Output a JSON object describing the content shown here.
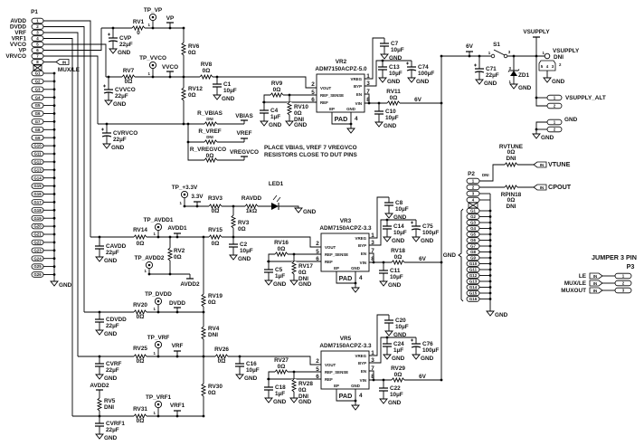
{
  "common": {
    "gnd": "GND",
    "pin1": "1",
    "port": "IN"
  },
  "p1": {
    "ref": "P1",
    "pins": [
      {
        "num": "1",
        "net": "AVDD"
      },
      {
        "num": "2",
        "net": "DVDD"
      },
      {
        "num": "3",
        "net": "VRF"
      },
      {
        "num": "4",
        "net": "VRF1"
      },
      {
        "num": "5",
        "net": "VVCO"
      },
      {
        "num": "6",
        "net": "VP"
      },
      {
        "num": "7",
        "net": "VRVCO"
      },
      {
        "num": "8",
        "net": ""
      }
    ],
    "mux_net": "MUX/LE",
    "gnd_pins": [
      "G1",
      "G2",
      "G3",
      "G4",
      "G5",
      "G6",
      "G7",
      "G8",
      "G9",
      "G10",
      "G11",
      "G12",
      "G13",
      "G14",
      "G15",
      "G16",
      "G17",
      "G18",
      "G19",
      "G20",
      "G21",
      "G22",
      "G23",
      "G24",
      "G25",
      "G26"
    ]
  },
  "p2": {
    "ref": "P2",
    "dni": "DNI",
    "pins": [
      "1",
      "2",
      "3",
      "4"
    ],
    "gnd_pins": [
      "G1",
      "G2",
      "G3",
      "G4",
      "G5",
      "G6",
      "G7",
      "G8",
      "G9",
      "G10",
      "G11",
      "G12",
      "G13",
      "G14",
      "G15",
      "G16"
    ],
    "gnd_group": "GND",
    "vtune": "VTUNE",
    "cpout": "CPOUT"
  },
  "p3": {
    "title": "JUMPER 3 PIN",
    "ref": "P3",
    "pins": [
      {
        "num": "1",
        "net": "LE"
      },
      {
        "num": "2",
        "net": "MUX/LE"
      },
      {
        "num": "3",
        "net": "MUXOUT"
      }
    ]
  },
  "nets": {
    "vp": "VP",
    "vvco": "VVCO",
    "vbias": "VBIAS",
    "vref": "VREF",
    "vregvco": "VREGVCO",
    "v3v3": "3.3V",
    "avdd1": "AVDD1",
    "avdd2": "AVDD2",
    "dvdd": "DVDD",
    "vrf": "VRF",
    "vrf1": "VRF1",
    "v6": "6V",
    "vsupply": "VSUPPLY"
  },
  "note": [
    "PLACE VBIAS, VREF 7 VREGVCO",
    "RESISTORS CLOSE TO DUT PINS"
  ],
  "parts": {
    "TP_VP": [
      "TP_VP"
    ],
    "TP_VVCO": [
      "TP_VVCO"
    ],
    "TP_3V3": [
      "TP_+3.3V"
    ],
    "TP_AVDD1": [
      "TP_AVDD1"
    ],
    "TP_AVDD2": [
      "TP_AVDD2"
    ],
    "TP_DVDD": [
      "TP_DVDD"
    ],
    "TP_VRF": [
      "TP_VRF"
    ],
    "TP_VRF1": [
      "TP_VRF1"
    ],
    "RV1": [
      "RV1",
      "0"
    ],
    "RV6": [
      "RV6",
      "0Ω"
    ],
    "RV7": [
      "RV7",
      "0Ω"
    ],
    "RV8": [
      "RV8",
      "0Ω"
    ],
    "RV12": [
      "RV12",
      "0Ω"
    ],
    "CVP": [
      "CVP",
      "22µF"
    ],
    "CVVCO": [
      "CVVCO",
      "22µF"
    ],
    "CVRVCO": [
      "CVRVCO",
      "22µF"
    ],
    "C1": [
      "C1",
      "10µF"
    ],
    "R_VBIAS": [
      "R_VBIAS",
      "DNI"
    ],
    "R_VREF": [
      "R_VREF",
      "DNI"
    ],
    "R_VREGVCO": [
      "R_VREGVCO",
      "0Ω"
    ],
    "R3V3": [
      "R3V3",
      "0Ω"
    ],
    "RAVDD": [
      "RAVDD",
      "1kΩ"
    ],
    "LED1": [
      "LED1"
    ],
    "RV3": [
      "RV3",
      "0Ω"
    ],
    "RV14": [
      "RV14",
      "0Ω"
    ],
    "CAVDD": [
      "CAVDD",
      "22µF"
    ],
    "RV2": [
      "RV2",
      "0Ω"
    ],
    "RV15": [
      "RV15",
      "0Ω"
    ],
    "C2": [
      "C2",
      "10µF"
    ],
    "RV19": [
      "RV19",
      "0Ω"
    ],
    "RV20": [
      "RV20",
      "0Ω"
    ],
    "CDVDD": [
      "CDVDD",
      "22µF"
    ],
    "RV4": [
      "RV4",
      "DNI"
    ],
    "RV25": [
      "RV25",
      "0Ω"
    ],
    "CVRF": [
      "CVRF",
      "22µF"
    ],
    "RV26": [
      "RV26",
      "0Ω"
    ],
    "C16": [
      "C16",
      "10µF"
    ],
    "RV30": [
      "RV30",
      "0Ω"
    ],
    "RV5": [
      "RV5",
      "DNI"
    ],
    "RV31": [
      "RV31",
      "0Ω"
    ],
    "CVRF1": [
      "CVRF1",
      "22µF"
    ],
    "S1": [
      "S1",
      "1",
      "3"
    ],
    "C71": [
      "C71",
      "22µF"
    ],
    "ZD1": [
      "ZD1",
      "3",
      "1"
    ],
    "J_VSUPPLY": [
      "VSUPPLY",
      "DNI",
      "1",
      "5",
      "4",
      "3",
      "2"
    ],
    "VSUPPLY_ALT": [
      "VSUPPLY_ALT",
      "1",
      "2"
    ],
    "GND_HDR": [
      "GND",
      "1",
      "2"
    ],
    "RVTUNE": [
      "RVTUNE",
      "0Ω",
      "DNI"
    ],
    "RPIN18": [
      "RPIN18",
      "0Ω",
      "DNI"
    ]
  },
  "reg_pins": {
    "vout": "VOUT",
    "ref_sense": "REF_SENSE",
    "ref": "REF",
    "vreg": "VREG",
    "byp": "BYP",
    "en": "EN",
    "vin": "VIN",
    "ep": "EP",
    "gnd": "GND",
    "pad": "PAD",
    "n_vout": "2",
    "n_ref_sense": "5",
    "n_ref": "6",
    "n_vreg": "1",
    "n_byp": "3",
    "n_en": "7",
    "n_vin": "8",
    "n_gnd": "4"
  },
  "regulators": [
    {
      "ref": "VR2",
      "part": "ADM7150ACPZ-5.0",
      "sense_r": [
        "RV9",
        "0Ω"
      ],
      "ref_c": [
        "C4",
        "1µF"
      ],
      "sense_dni": [
        "RV10",
        "0Ω",
        "DNI"
      ],
      "vreg_c": [
        "C7",
        "10µF"
      ],
      "byp_c": [
        "C13",
        "10µF"
      ],
      "bulk_c": [
        "C74",
        "100µF"
      ],
      "vin_r": [
        "RV11",
        "0Ω"
      ],
      "vin_c": [
        "C10",
        "10µF"
      ],
      "vin_net": "6V"
    },
    {
      "ref": "VR3",
      "part": "ADM7150ACPZ-3.3",
      "sense_r": [
        "RV16",
        "0Ω"
      ],
      "ref_c": [
        "C5",
        "1µF"
      ],
      "sense_dni": [
        "RV17",
        "0Ω",
        "DNI"
      ],
      "vreg_c": [
        "C8",
        "10µF"
      ],
      "byp_c": [
        "C14",
        "10µF"
      ],
      "bulk_c": [
        "C75",
        "100µF"
      ],
      "vin_r": [
        "RV18",
        "0Ω"
      ],
      "vin_c": [
        "C11",
        "10µF"
      ],
      "vin_net": "6V"
    },
    {
      "ref": "VR5",
      "part": "ADM7150ACPZ-3.3",
      "sense_r": [
        "RV27",
        "0Ω"
      ],
      "ref_c": [
        "C18",
        "1µF"
      ],
      "sense_dni": [
        "RV28",
        "0Ω",
        "DNI"
      ],
      "vreg_c": [
        "C20",
        "10µF"
      ],
      "byp_c": [
        "C24",
        "1µF"
      ],
      "bulk_c": [
        "C76",
        "100µF"
      ],
      "vin_r": [
        "RV29",
        "0Ω"
      ],
      "vin_c": [
        "C22",
        "10µF"
      ],
      "vin_net": "6V"
    }
  ]
}
